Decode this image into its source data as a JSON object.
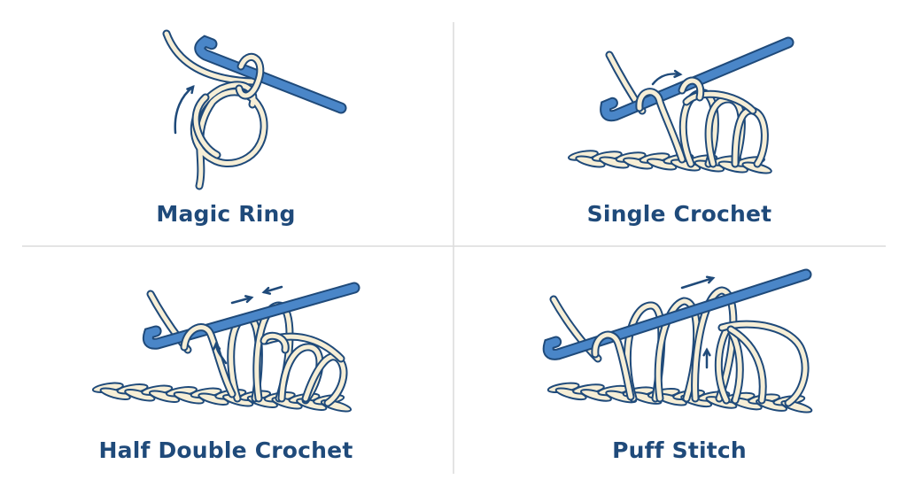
{
  "panels": [
    {
      "title": "Magic Ring"
    },
    {
      "title": "Single Crochet"
    },
    {
      "title": "Half Double Crochet"
    },
    {
      "title": "Puff Stitch"
    }
  ],
  "colors": {
    "text": "#1f4a7a",
    "hook": "#4a86c8",
    "yarn": "#f6eed6",
    "outline": "#1f4a7a",
    "divider": "#d9d9d9"
  }
}
